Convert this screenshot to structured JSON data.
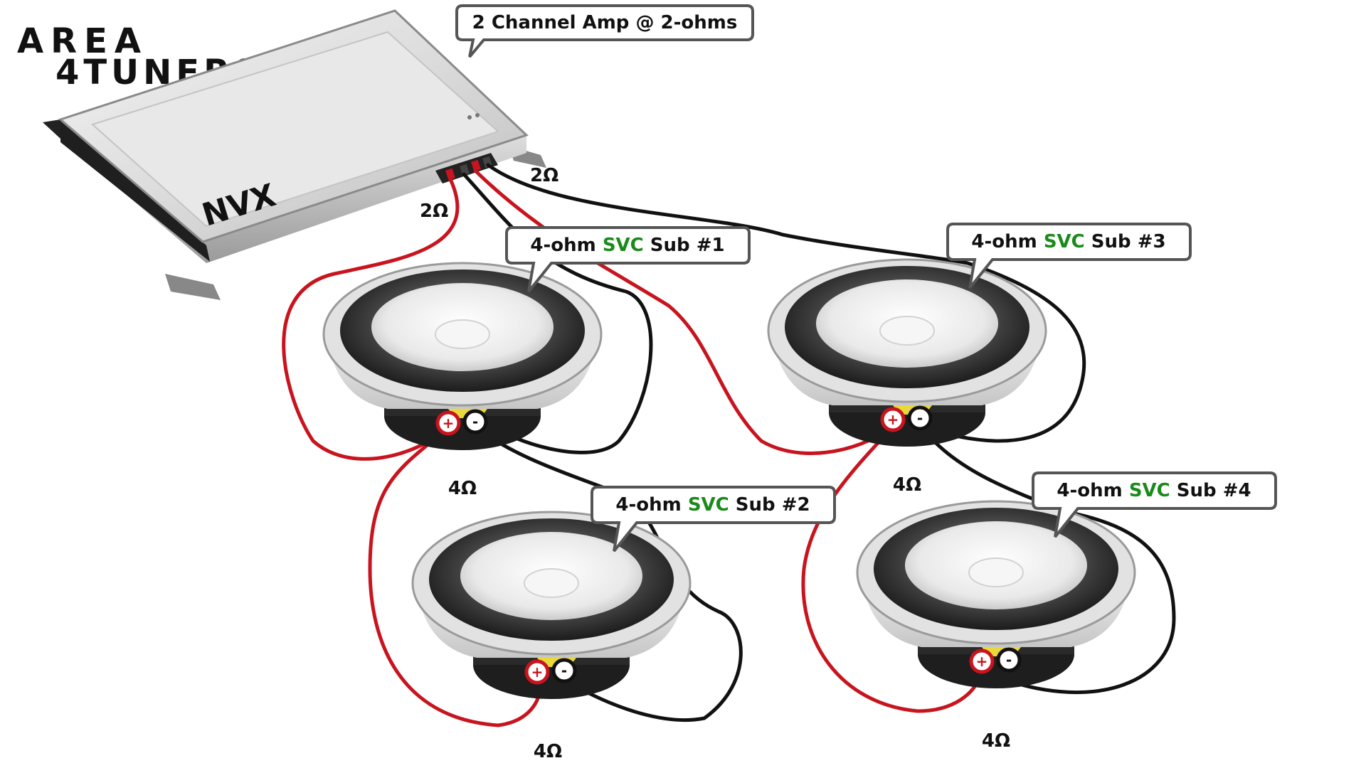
{
  "logo": {
    "line1": "AREA",
    "line2": "4TUNERS"
  },
  "amp": {
    "brand": "NVX",
    "callout": "2 Channel Amp @ 2-ohms",
    "channel_left_ohms": "2Ω",
    "channel_right_ohms": "2Ω"
  },
  "subs": [
    {
      "label_prefix": "4-ohm ",
      "label_svc": "SVC",
      "label_suffix": " Sub #1",
      "ohms": "4Ω"
    },
    {
      "label_prefix": "4-ohm ",
      "label_svc": "SVC",
      "label_suffix": " Sub #2",
      "ohms": "4Ω"
    },
    {
      "label_prefix": "4-ohm ",
      "label_svc": "SVC",
      "label_suffix": " Sub #3",
      "ohms": "4Ω"
    },
    {
      "label_prefix": "4-ohm ",
      "label_svc": "SVC",
      "label_suffix": " Sub #4",
      "ohms": "4Ω"
    }
  ],
  "terminals": {
    "positive": "+",
    "negative": "-"
  },
  "colors": {
    "positive_wire": "#c8141e",
    "negative_wire": "#111111",
    "svc_text": "#1a8a1a"
  }
}
